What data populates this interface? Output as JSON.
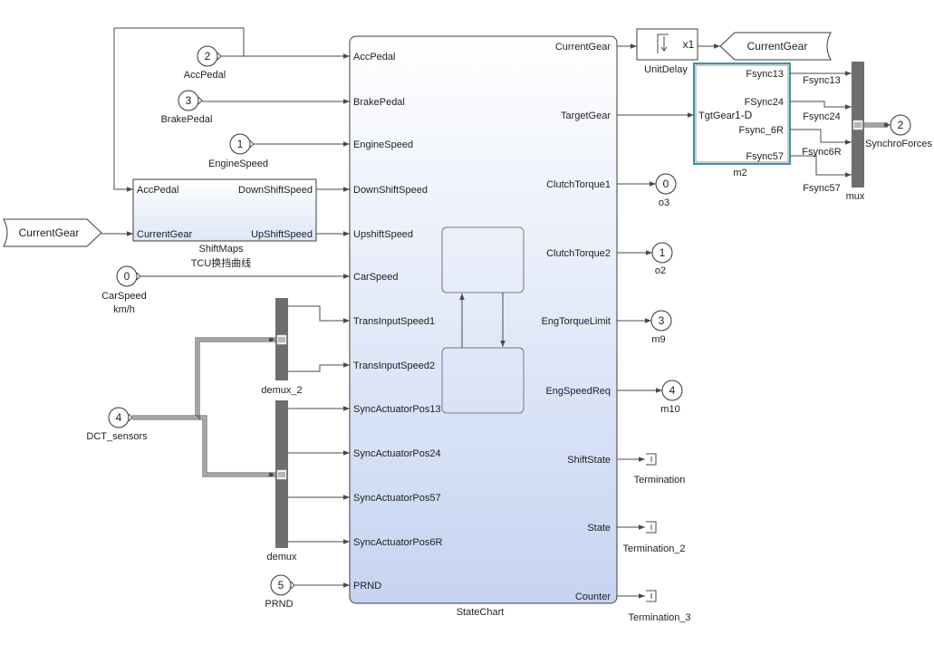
{
  "colors": {
    "statechart_gradient_bottom": "#c6d4f2",
    "shiftmaps_gradient_bottom": "#dde6f8",
    "bus_block_fill": "#6e6e6e",
    "selection_border": "#3b93b3"
  },
  "statechart": {
    "name": "StateChart",
    "inputs": [
      "AccPedal",
      "BrakePedal",
      "EngineSpeed",
      "DownShiftSpeed",
      "UpshiftSpeed",
      "CarSpeed",
      "TransInputSpeed1",
      "TransInputSpeed2",
      "SyncActuatorPos13",
      "SyncActuatorPos24",
      "SyncActuatorPos57",
      "SyncActuatorPos6R",
      "PRND"
    ],
    "outputs": [
      "CurrentGear",
      "TargetGear",
      "ClutchTorque1",
      "ClutchTorque2",
      "EngTorqueLimit",
      "EngSpeedReq",
      "ShiftState",
      "State",
      "Counter"
    ]
  },
  "shiftmaps": {
    "name": "ShiftMaps",
    "annotation": "TCU换挡曲线",
    "inputs": [
      "AccPedal",
      "CurrentGear"
    ],
    "outputs": [
      "DownShiftSpeed",
      "UpShiftSpeed"
    ]
  },
  "unit_delay": {
    "name": "UnitDelay",
    "icon_text": "x1"
  },
  "lookup_m2": {
    "name": "m2",
    "input": "TgtGear",
    "icon_text": "1-D",
    "outputs": [
      "Fsync13",
      "FSync24",
      "Fsync_6R",
      "Fsync57"
    ]
  },
  "mux": {
    "name": "mux"
  },
  "demux_2": {
    "name": "demux_2"
  },
  "demux": {
    "name": "demux"
  },
  "from_tag": {
    "label": "CurrentGear"
  },
  "goto_tag": {
    "label": "CurrentGear"
  },
  "inports": [
    {
      "number": "2",
      "label": "AccPedal"
    },
    {
      "number": "3",
      "label": "BrakePedal"
    },
    {
      "number": "1",
      "label": "EngineSpeed"
    },
    {
      "number": "0",
      "label": "CarSpeed",
      "unit": "km/h"
    },
    {
      "number": "4",
      "label": "DCT_sensors"
    },
    {
      "number": "5",
      "label": "PRND"
    }
  ],
  "outports": [
    {
      "number": "0",
      "label": "o3"
    },
    {
      "number": "1",
      "label": "o2"
    },
    {
      "number": "3",
      "label": "m9"
    },
    {
      "number": "4",
      "label": "m10"
    },
    {
      "number": "2",
      "label": "SynchroForces"
    }
  ],
  "terminators": [
    "Termination",
    "Termination_2",
    "Termination_3"
  ],
  "signal_labels": [
    "Fsync13",
    "Fsync24",
    "Fsync6R",
    "Fsync57"
  ]
}
